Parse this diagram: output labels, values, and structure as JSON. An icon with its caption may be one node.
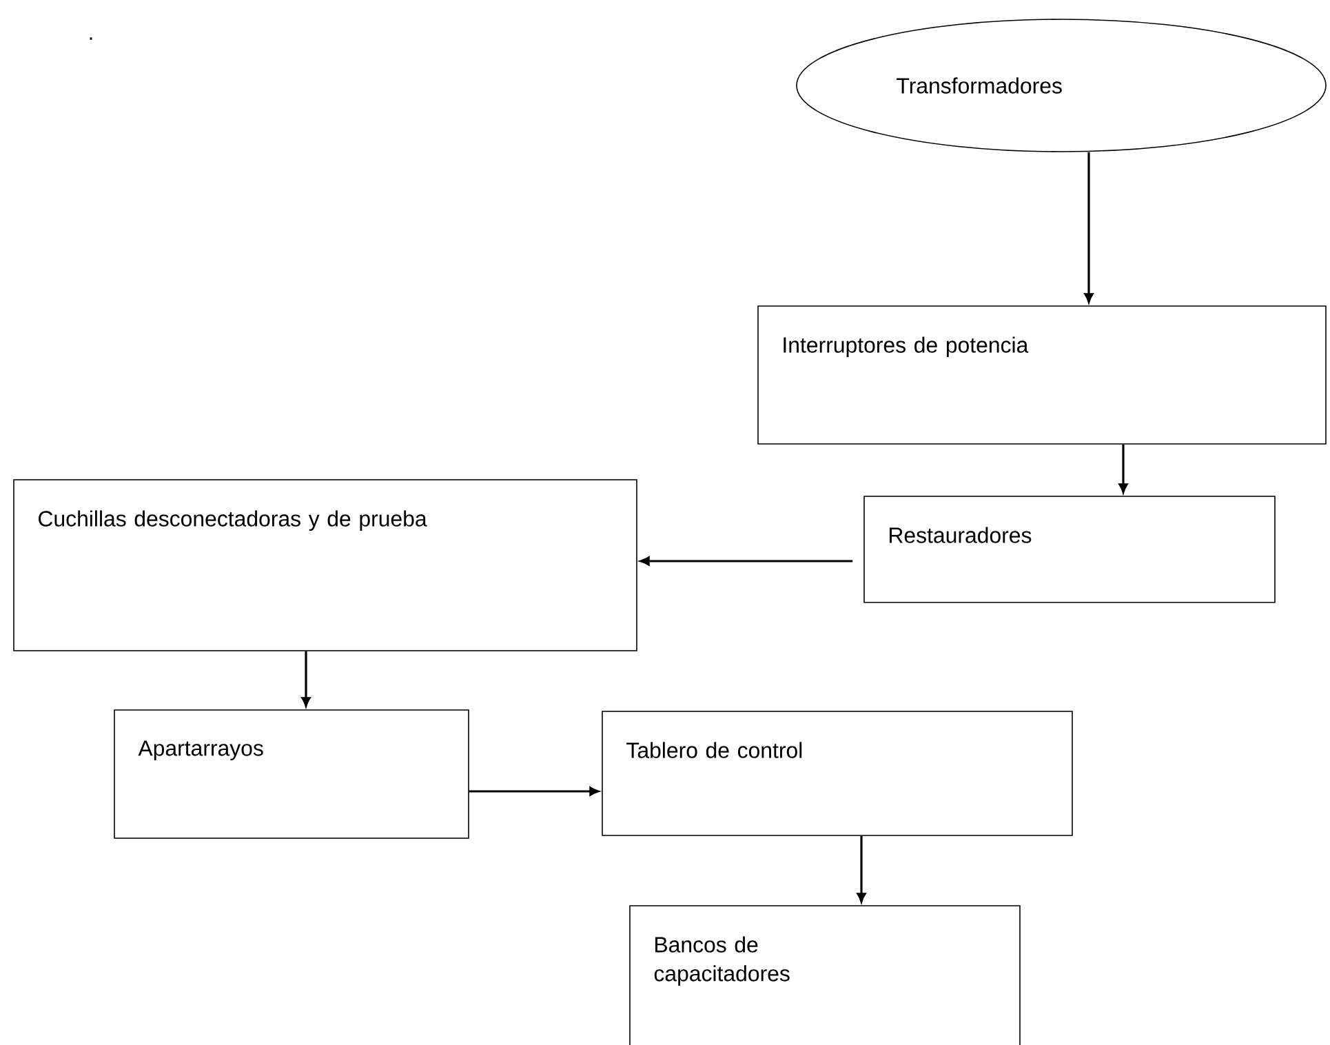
{
  "diagram": {
    "nodes": [
      {
        "text": [
          "Transformadores"
        ]
      },
      {
        "text": [
          "Interruptores de potencia"
        ]
      },
      {
        "text": [
          "Restauradores"
        ]
      },
      {
        "text": [
          "Cuchillas desconectadoras y de prueba"
        ]
      },
      {
        "text": [
          "Apartarrayos"
        ]
      },
      {
        "text": [
          "Tablero de control"
        ]
      },
      {
        "text": [
          "Bancos de capacitadores"
        ]
      }
    ],
    "edges": [
      {
        "from": 0,
        "to": 1,
        "arrow": "to"
      },
      {
        "from": 1,
        "to": 2,
        "arrow": "to"
      },
      {
        "from": 2,
        "to": 3,
        "arrow": "to"
      },
      {
        "from": 3,
        "to": 4,
        "arrow": "to"
      },
      {
        "from": 4,
        "to": 5,
        "arrow": "to"
      },
      {
        "from": 5,
        "to": 6,
        "arrow": "to"
      }
    ],
    "labels": [
      "."
    ]
  }
}
